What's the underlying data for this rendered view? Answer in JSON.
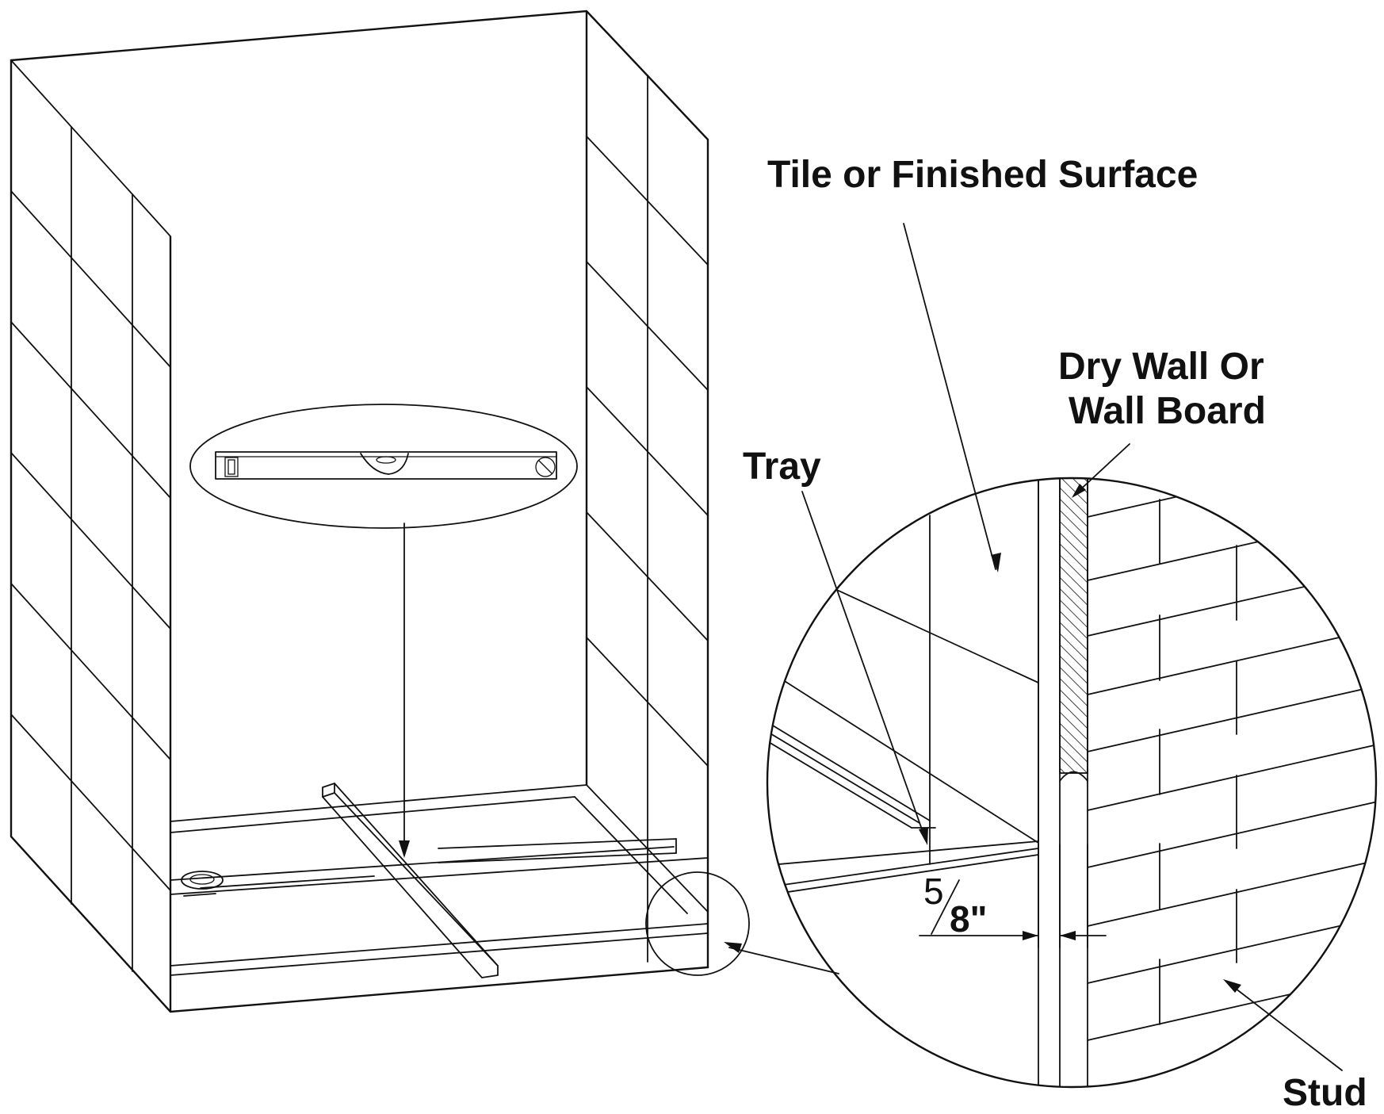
{
  "labels": {
    "tile": "Tile or Finished Surface",
    "drywall_line1": "Dry Wall Or",
    "drywall_line2": "Wall Board",
    "tray": "Tray",
    "stud": "Stud"
  },
  "dimension": {
    "numerator": "5",
    "denominator": "8\""
  },
  "colors": {
    "line": "#111111",
    "background": "#ffffff"
  }
}
